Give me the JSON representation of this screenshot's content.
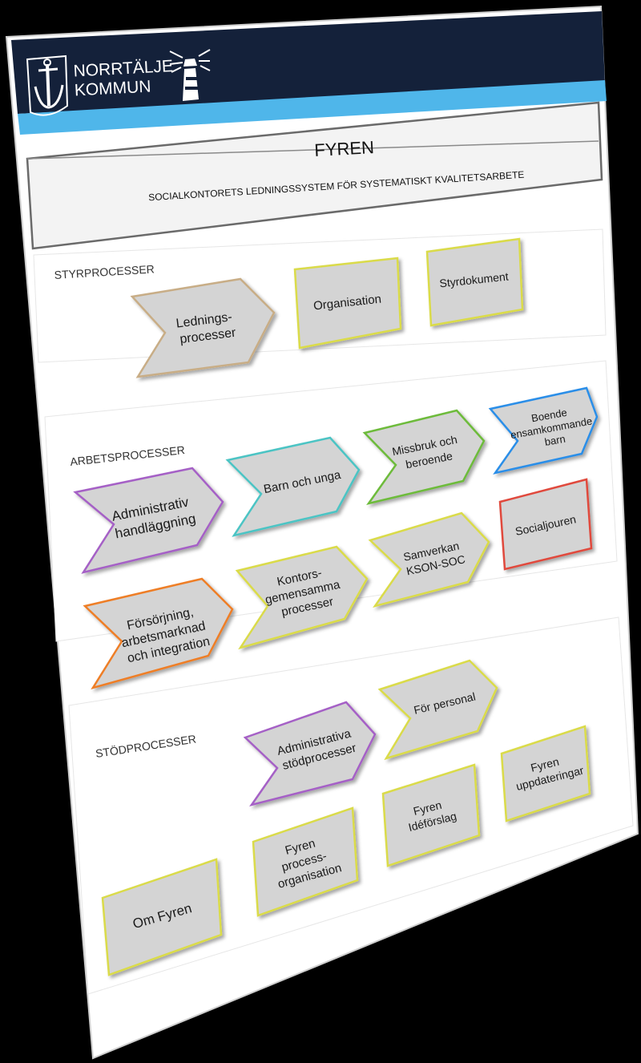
{
  "brand": {
    "line1": "NORRTÄLJE",
    "line2": "KOMMUN",
    "logo": "anchor-shield-icon",
    "lighthouse": "lighthouse-icon"
  },
  "title": "FYREN",
  "subtitle": "SOCIALKONTORETS LEDNINGSSYSTEM FÖR SYSTEMATISKT KVALITETSARBETE",
  "colors": {
    "navy": "#14213a",
    "blue": "#4fb6ea",
    "box_fill": "#d4d4d4",
    "tan": "#c8ad86",
    "yellow": "#dadb4a",
    "purple": "#a561c6",
    "teal": "#4cc4c4",
    "green": "#6dbb3a",
    "blue_border": "#2b8ee8",
    "orange": "#ee7e28",
    "red": "#e04a3c"
  },
  "sections": {
    "styr": "STYRPROCESSER",
    "arbets": "ARBETSPROCESSER",
    "stod": "STÖDPROCESSER"
  },
  "styr": {
    "ledning": [
      "Lednings-",
      "processer"
    ],
    "organisation": [
      "Organisation"
    ],
    "styrdokument": [
      "Styrdokument"
    ]
  },
  "arbets": {
    "administrativ": [
      "Administrativ",
      "handläggning"
    ],
    "barn": [
      "Barn och unga"
    ],
    "missbruk": [
      "Missbruk och",
      "beroende"
    ],
    "boende": [
      "Boende",
      "ensamkommande",
      "barn"
    ],
    "forsorjning": [
      "Försörjning,",
      "arbetsmarknad",
      "och integration"
    ],
    "kontors": [
      "Kontors-",
      "gemensamma",
      "processer"
    ],
    "samverkan": [
      "Samverkan",
      "KSON-SOC"
    ],
    "socialjouren": [
      "Socialjouren"
    ]
  },
  "stod": {
    "adm_stod": [
      "Administrativa",
      "stödprocesser"
    ],
    "personal": [
      "För personal"
    ],
    "om_fyren": [
      "Om Fyren"
    ],
    "process_org": [
      "Fyren",
      "process-",
      "organisation"
    ],
    "ideforslag": [
      "Fyren",
      "Idéförslag"
    ],
    "uppdateringar": [
      "Fyren",
      "uppdateringar"
    ]
  }
}
